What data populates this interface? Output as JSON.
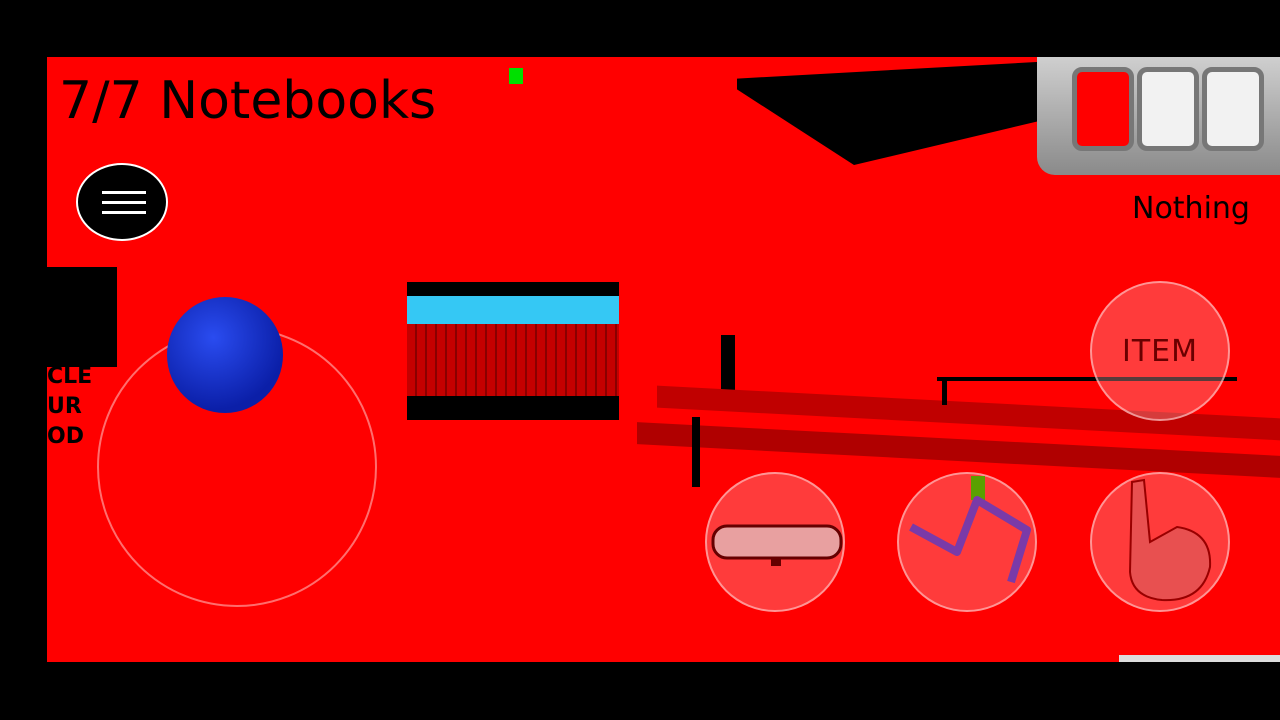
{
  "hud": {
    "notebooks": "7/7 Notebooks",
    "item_name": "Nothing"
  },
  "controls": {
    "item_button_label": "ITEM"
  },
  "wall_text": {
    "line1": "CLE",
    "line2": "UR",
    "line3": "OD"
  },
  "colors": {
    "background": "#ff0000",
    "sky": "#35c8f4",
    "joystick": "#1a34d8",
    "indicator": "#00e000"
  },
  "icons": {
    "menu": "hamburger-icon",
    "mirror": "rear-view-mirror-icon",
    "jump": "jump-stickman-icon",
    "interact": "hand-icon"
  }
}
